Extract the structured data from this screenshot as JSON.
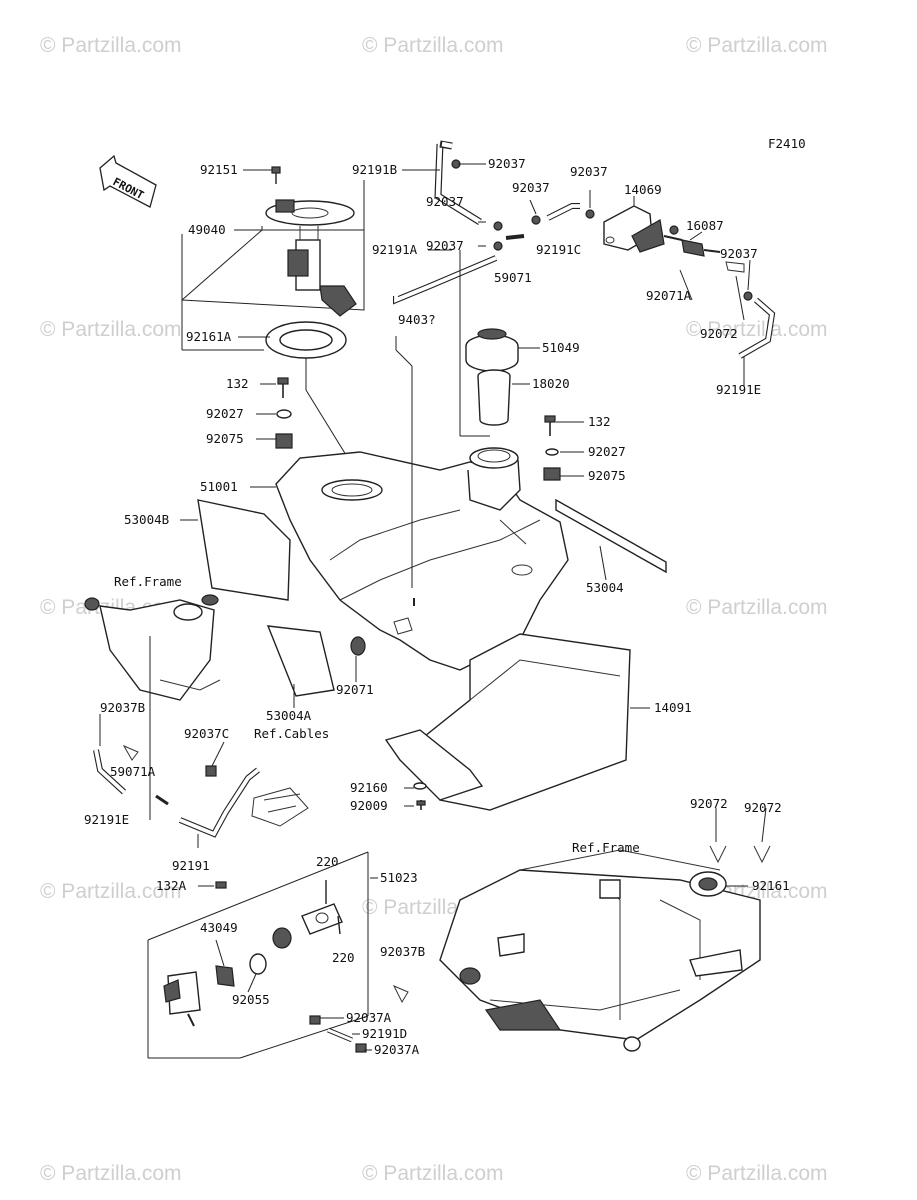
{
  "diagram_code": "F2410",
  "front_label": "FRONT",
  "watermark": "© Partzilla.com",
  "labels": [
    {
      "key": "92151",
      "text": "92151"
    },
    {
      "key": "49040",
      "text": "49040"
    },
    {
      "key": "92161A",
      "text": "92161A"
    },
    {
      "key": "132a",
      "text": "132"
    },
    {
      "key": "92027a",
      "text": "92027"
    },
    {
      "key": "92075a",
      "text": "92075"
    },
    {
      "key": "51001",
      "text": "51001"
    },
    {
      "key": "53004B",
      "text": "53004B"
    },
    {
      "key": "refframe1",
      "text": "Ref.Frame"
    },
    {
      "key": "92191B",
      "text": "92191B"
    },
    {
      "key": "92037a",
      "text": "92037"
    },
    {
      "key": "92037b",
      "text": "92037"
    },
    {
      "key": "92037c",
      "text": "92037"
    },
    {
      "key": "92037d",
      "text": "92037"
    },
    {
      "key": "92037e",
      "text": "92037"
    },
    {
      "key": "14069",
      "text": "14069"
    },
    {
      "key": "92191A",
      "text": "92191A"
    },
    {
      "key": "92191C",
      "text": "92191C"
    },
    {
      "key": "59071",
      "text": "59071"
    },
    {
      "key": "16087",
      "text": "16087"
    },
    {
      "key": "92037f",
      "text": "92037"
    },
    {
      "key": "92071A",
      "text": "92071A"
    },
    {
      "key": "92072a",
      "text": "92072"
    },
    {
      "key": "92191E_r",
      "text": "92191E"
    },
    {
      "key": "51049",
      "text": "51049"
    },
    {
      "key": "18020",
      "text": "18020"
    },
    {
      "key": "132b",
      "text": "132"
    },
    {
      "key": "92027b",
      "text": "92027"
    },
    {
      "key": "92075b",
      "text": "92075"
    },
    {
      "key": "53004",
      "text": "53004"
    },
    {
      "key": "92071",
      "text": "92071"
    },
    {
      "key": "53004A",
      "text": "53004A"
    },
    {
      "key": "14091",
      "text": "14091"
    },
    {
      "key": "92037B",
      "text": "92037B"
    },
    {
      "key": "92037C",
      "text": "92037C"
    },
    {
      "key": "refcables",
      "text": "Ref.Cables"
    },
    {
      "key": "59071A",
      "text": "59071A"
    },
    {
      "key": "92191E_l",
      "text": "92191E"
    },
    {
      "key": "92160",
      "text": "92160"
    },
    {
      "key": "92009",
      "text": "92009"
    },
    {
      "key": "92191",
      "text": "92191"
    },
    {
      "key": "220a",
      "text": "220"
    },
    {
      "key": "51023",
      "text": "51023"
    },
    {
      "key": "132A",
      "text": "132A"
    },
    {
      "key": "43049",
      "text": "43049"
    },
    {
      "key": "220b",
      "text": "220"
    },
    {
      "key": "92055",
      "text": "92055"
    },
    {
      "key": "92037A_a",
      "text": "92037A"
    },
    {
      "key": "92191D",
      "text": "92191D"
    },
    {
      "key": "92037A_b",
      "text": "92037A"
    },
    {
      "key": "92037B_b",
      "text": "92037B"
    },
    {
      "key": "refframe2",
      "text": "Ref.Frame"
    },
    {
      "key": "92072b",
      "text": "92072"
    },
    {
      "key": "92072c",
      "text": "92072"
    },
    {
      "key": "92161",
      "text": "92161"
    },
    {
      "key": "9403x",
      "text": "9403?"
    }
  ]
}
